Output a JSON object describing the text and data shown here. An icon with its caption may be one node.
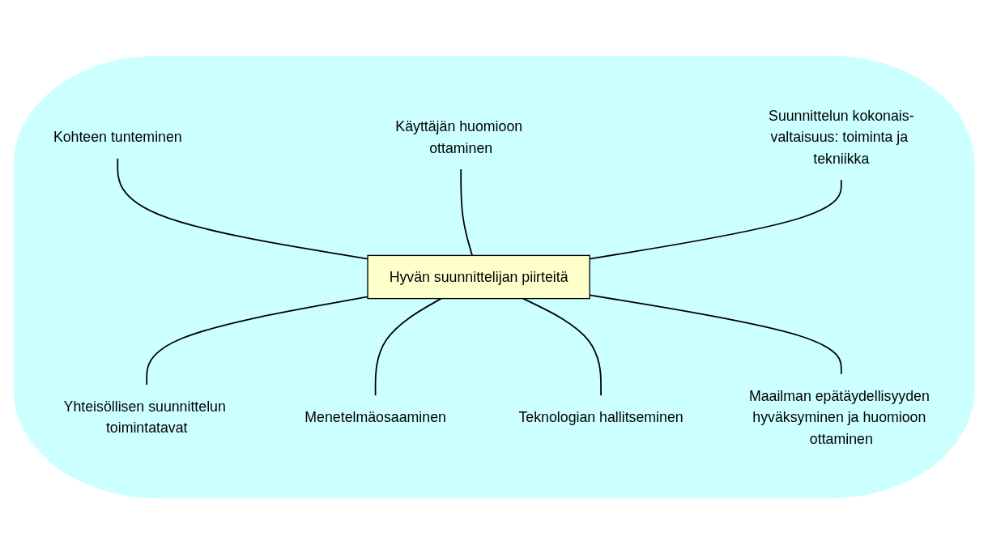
{
  "diagram": {
    "nodes": [
      {
        "text": [],
        "shape": "ellipse"
      },
      {
        "text": [
          "Yhteisöllisen suunnittelun toimintatavat"
        ],
        "in": 0
      },
      {
        "text": [
          "Kohteen tunteminen"
        ],
        "in": 0
      },
      {
        "text": [
          "Menetelmäosaaminen"
        ],
        "in": 0
      },
      {
        "text": [
          "Käyttäjän huomioon ottaminen"
        ],
        "in": 0
      },
      {
        "text": [
          "Hyvän suunnittelijan piirteitä"
        ],
        "in": 0
      },
      {
        "text": [
          "Teknologian hallitseminen"
        ],
        "in": 0
      },
      {
        "text": [
          "Suunnittelun kokonais-valtaisuus: toiminta ja tekniikka"
        ],
        "in": 0
      },
      {
        "text": [
          "Maailman epätäydellisyyden hyväksyminen ja huomioon ottaminen"
        ],
        "in": 0
      }
    ],
    "edges": [
      {
        "from": 2,
        "to": 5,
        "arrow": "none"
      },
      {
        "from": 5,
        "to": 1,
        "arrow": "none"
      },
      {
        "from": 5,
        "to": 3,
        "arrow": "none"
      },
      {
        "from": 4,
        "to": 5,
        "arrow": "none"
      },
      {
        "from": 5,
        "to": 6,
        "arrow": "none"
      },
      {
        "from": 7,
        "to": 5,
        "arrow": "none"
      },
      {
        "from": 5,
        "to": 8,
        "arrow": "none"
      }
    ]
  }
}
